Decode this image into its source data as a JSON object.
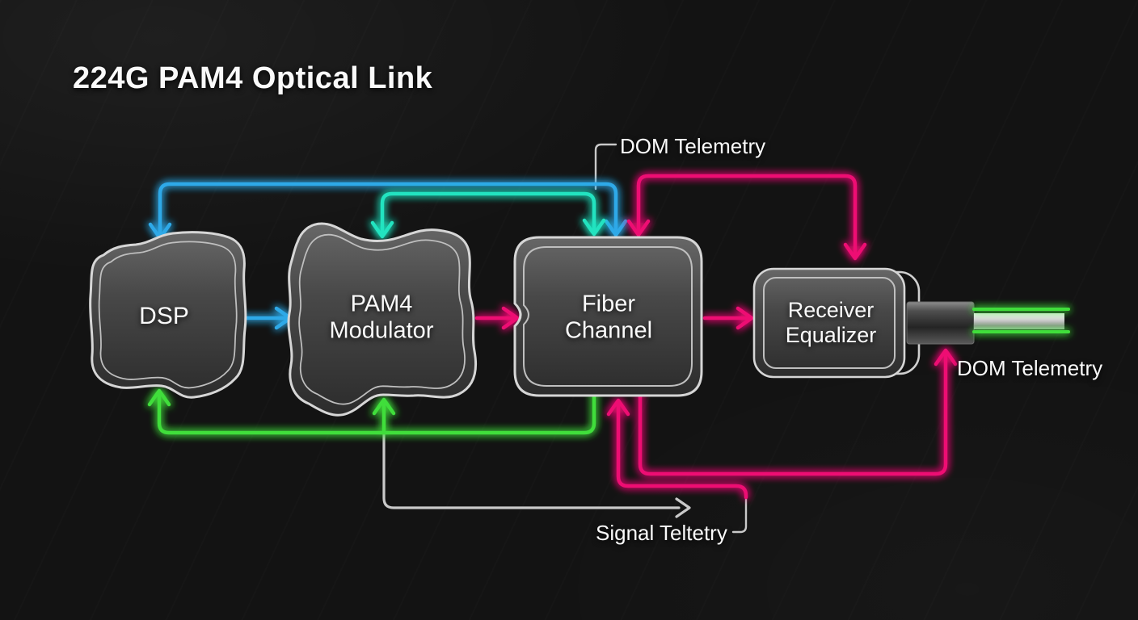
{
  "title": "224G PAM4 Optical Link",
  "blocks": [
    {
      "id": "dsp",
      "label": "DSP"
    },
    {
      "id": "pam4_modulator",
      "label": "PAM4\nModulator"
    },
    {
      "id": "fiber_channel",
      "label": "Fiber\nChannel"
    },
    {
      "id": "receiver_equalizer",
      "label": "Receiver\nEqualizer"
    }
  ],
  "labels": {
    "dom_telemetry_top": "DOM Telemetry",
    "dom_telemetry_right": "DOM Telemetry",
    "signal_telemetry": "Signal Teltetry"
  },
  "colors": {
    "blue": "#2FA9E8",
    "teal": "#24E3C0",
    "pink": "#EE1173",
    "green": "#3FDE3A",
    "gray_line": "#C9C9C9",
    "background": "#131313",
    "block_text": "#FAFAFA"
  },
  "connections": [
    {
      "from": "DSP",
      "to": "PAM4 Modulator",
      "color": "blue",
      "style": "horizontal arrow right"
    },
    {
      "from": "PAM4 Modulator",
      "to": "Fiber Channel",
      "color": "pink",
      "style": "horizontal arrow right into left notch"
    },
    {
      "from": "Fiber Channel",
      "to": "Receiver Equalizer",
      "color": "pink",
      "style": "horizontal arrow right"
    },
    {
      "from": "DSP",
      "to": "Fiber Channel",
      "color": "blue",
      "style": "top loop, down-arrows into both block tops"
    },
    {
      "from": "PAM4 Modulator",
      "to": "Fiber Channel",
      "color": "teal",
      "style": "top loop, down-arrows into both block tops"
    },
    {
      "from": "DOM Telemetry top label",
      "to": "Fiber Channel top",
      "color": "gray",
      "style": "leader line"
    },
    {
      "from": "Fiber Channel top",
      "to": "Receiver Equalizer top",
      "color": "pink",
      "style": "upper route, down-arrows at both ends"
    },
    {
      "from": "Fiber Channel bottom",
      "to": "DSP bottom",
      "color": "green",
      "style": "bottom return, up-arrow into DSP"
    },
    {
      "from": "Fiber Channel bottom",
      "to": "PAM4 Modulator bottom",
      "color": "green",
      "style": "branch of bottom return, up-arrow"
    },
    {
      "from": "green return junction under PAM4 Modulator",
      "to": "Signal Teltetry label",
      "color": "gray",
      "style": "arrow right"
    },
    {
      "from": "Signal Teltetry label",
      "to": "Fiber Channel bottom",
      "color": "pink",
      "style": "up-arrow into block bottom"
    },
    {
      "from": "Fiber Channel bottom",
      "to": "optical fiber at DOM Telemetry right label",
      "color": "pink",
      "style": "up-arrow toward fiber"
    }
  ]
}
